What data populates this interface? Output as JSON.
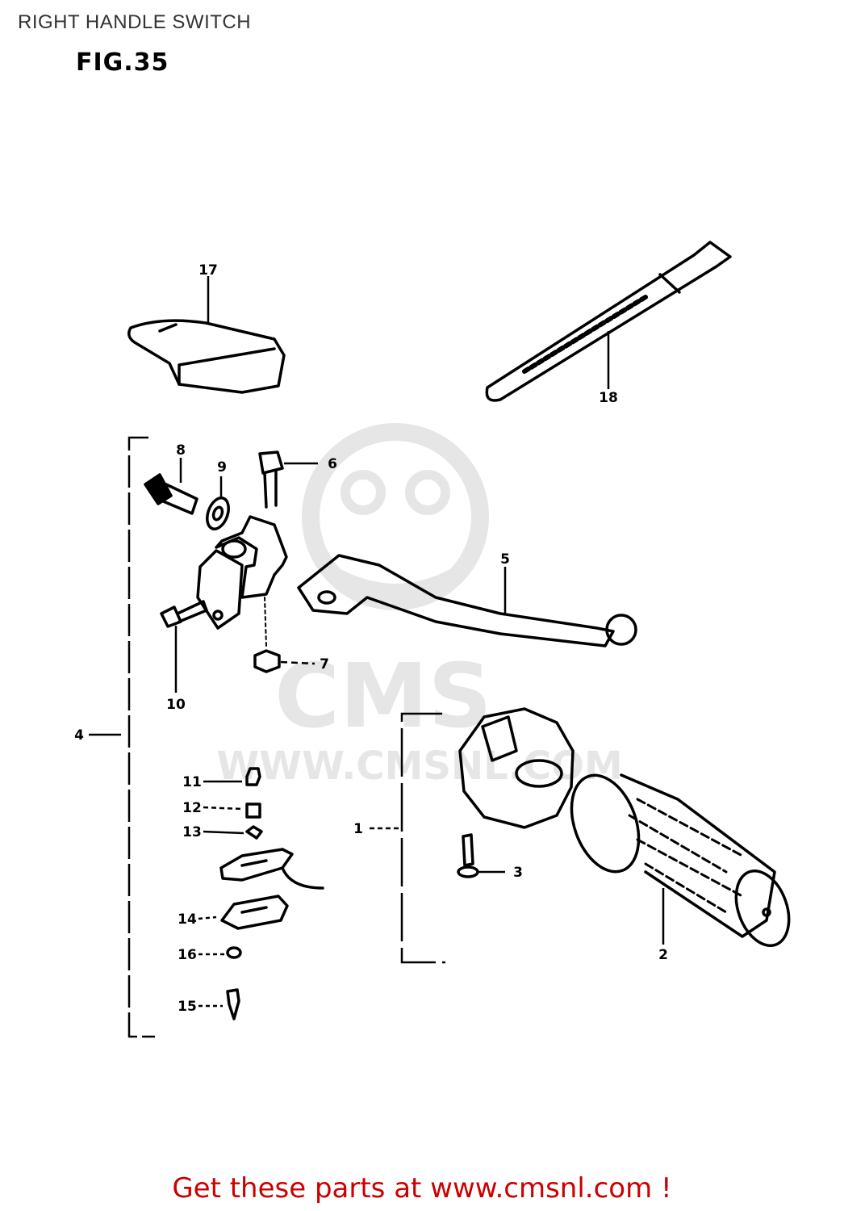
{
  "header": {
    "title": "RIGHT HANDLE SWITCH"
  },
  "figure": {
    "label": "FIG.35"
  },
  "watermark": {
    "logo_text": "CMS",
    "url_text": "WWW.CMSNL.COM",
    "color": "#e6e6e6"
  },
  "callouts": [
    "17",
    "18",
    "8",
    "9",
    "6",
    "5",
    "10",
    "7",
    "4",
    "11",
    "12",
    "13",
    "14",
    "16",
    "15",
    "1",
    "3",
    "2"
  ],
  "footer": {
    "link_text": "Get these parts at www.cmsnl.com !",
    "link_color": "#cc0000"
  }
}
